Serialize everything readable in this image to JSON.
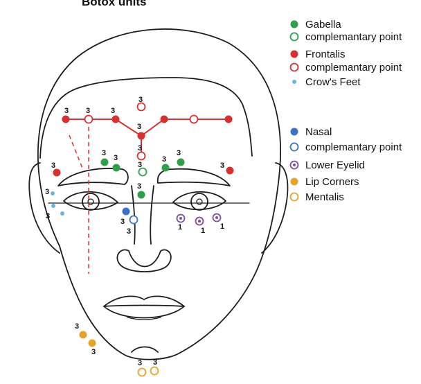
{
  "title": "Botox  units",
  "colors": {
    "gabella": "#2e9e4b",
    "frontalis": "#d8302f",
    "crows_feet": "#6cb4dc",
    "nasal": "#3b72c2",
    "lower_eyelid": "#7a4ea0",
    "lip_corners": "#e4a42a",
    "mentalis": "#e4a42a"
  },
  "legend": [
    {
      "marker": "filled",
      "color": "#2e9e4b",
      "label": "Gabella"
    },
    {
      "marker": "open",
      "color": "#2e9e4b",
      "label": "complemantary point"
    },
    {
      "marker": "filled",
      "color": "#d8302f",
      "label": "Frontalis"
    },
    {
      "marker": "open",
      "color": "#d8302f",
      "label": "complemantary point"
    },
    {
      "marker": "small",
      "color": "#6cb4dc",
      "label": "Crow's Feet"
    },
    {
      "marker": "filled",
      "color": "#3b72c2",
      "label": "Nasal"
    },
    {
      "marker": "open",
      "color": "#3b72c2",
      "label": "complemantary point"
    },
    {
      "marker": "target",
      "color": "#7a4ea0",
      "label": "Lower Eyelid"
    },
    {
      "marker": "filled",
      "color": "#e4a42a",
      "label": "Lip Corners"
    },
    {
      "marker": "open",
      "color": "#e4a42a",
      "label": "Mentalis"
    }
  ],
  "unit_labels": {
    "frontalis_left_a": "3",
    "frontalis_left_b": "3",
    "frontalis_top": "3",
    "frontalis_mid": "3",
    "frontalis_right_a": "3",
    "frontalis_right_b": "3",
    "frontalis_lateral_left": "3",
    "frontalis_lateral_right": "3",
    "gabella_left_a": "3",
    "gabella_left_b": "3",
    "gabella_center": "3",
    "gabella_right_a": "3",
    "gabella_right_b": "3",
    "gabella_low": "3",
    "crows_feet": "3",
    "crows_feet_low": "3",
    "nasal_a": "3",
    "nasal_b": "3",
    "eyelid_a": "1",
    "eyelid_b": "1",
    "eyelid_c": "1",
    "lip_a": "3",
    "lip_b": "3",
    "mentalis_a": "3",
    "mentalis_b": "3"
  }
}
